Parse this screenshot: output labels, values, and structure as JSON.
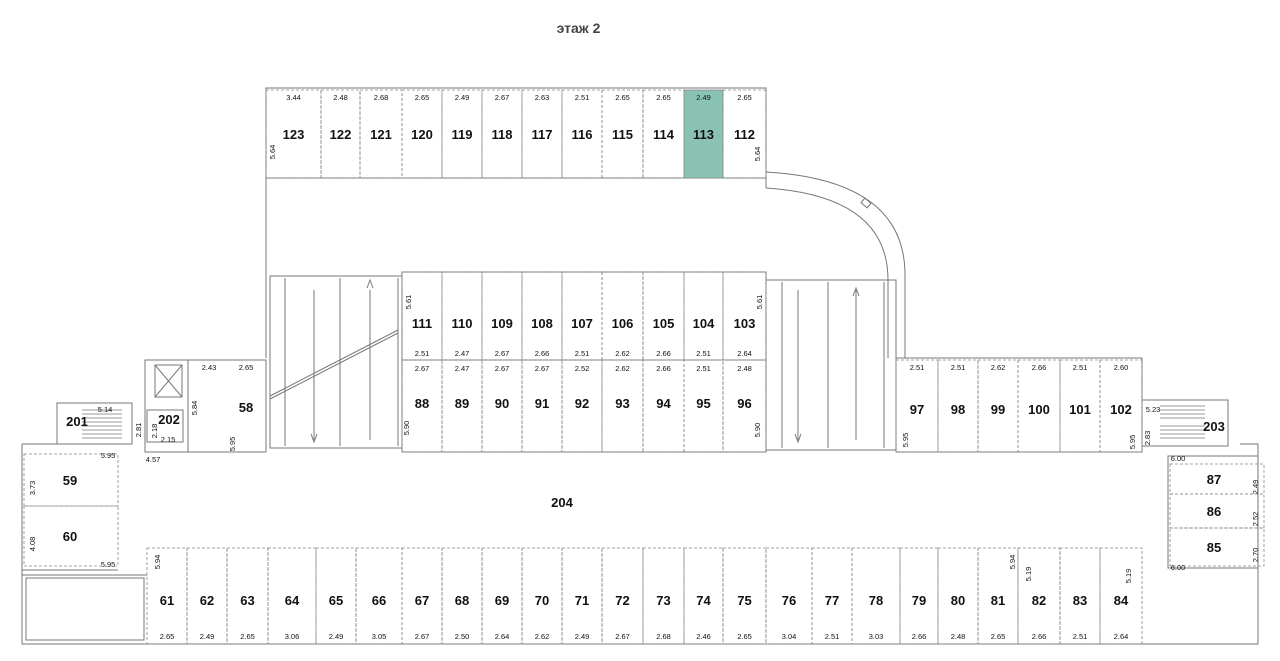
{
  "floor_title": "этаж 2",
  "accent_color": "#8ac3b4",
  "selected_room": "113",
  "corridor_label": "204",
  "rows": {
    "top": {
      "numbers": [
        "123",
        "122",
        "121",
        "120",
        "119",
        "118",
        "117",
        "116",
        "115",
        "114",
        "113",
        "112"
      ],
      "widths": [
        "3.44",
        "2.48",
        "2.68",
        "2.65",
        "2.49",
        "2.67",
        "2.63",
        "2.51",
        "2.65",
        "2.65",
        "2.49",
        "2.65"
      ]
    },
    "mid_upper": {
      "numbers": [
        "111",
        "110",
        "109",
        "108",
        "107",
        "106",
        "105",
        "104",
        "103"
      ],
      "widths": [
        "2.51",
        "2.47",
        "2.67",
        "2.66",
        "2.51",
        "2.62",
        "2.66",
        "2.51",
        "2.64"
      ]
    },
    "mid_lower": {
      "numbers": [
        "88",
        "89",
        "90",
        "91",
        "92",
        "93",
        "94",
        "95",
        "96"
      ],
      "widths": [
        "2.67",
        "2.47",
        "2.67",
        "2.67",
        "2.52",
        "2.62",
        "2.66",
        "2.51",
        "2.48"
      ]
    },
    "right_mid": {
      "numbers": [
        "97",
        "98",
        "99",
        "100",
        "101",
        "102"
      ],
      "widths": [
        "2.51",
        "2.51",
        "2.62",
        "2.66",
        "2.51",
        "2.60"
      ]
    },
    "bottom": {
      "numbers": [
        "61",
        "62",
        "63",
        "64",
        "65",
        "66",
        "67",
        "68",
        "69",
        "70",
        "71",
        "72",
        "73",
        "74",
        "75",
        "76",
        "77",
        "78",
        "79",
        "80",
        "81",
        "82",
        "83",
        "84"
      ],
      "widths": [
        "2.65",
        "2.49",
        "2.65",
        "3.06",
        "2.49",
        "3.05",
        "2.67",
        "2.50",
        "2.64",
        "2.62",
        "2.49",
        "2.67",
        "2.68",
        "2.46",
        "2.65",
        "3.04",
        "2.51",
        "3.03",
        "2.66",
        "2.48",
        "2.65",
        "2.66",
        "2.51",
        "2.64"
      ]
    },
    "left": {
      "numbers": [
        "59",
        "60"
      ],
      "heights": [
        "3.73",
        "4.08"
      ]
    },
    "right": {
      "numbers": [
        "87",
        "86",
        "85"
      ],
      "heights": [
        "2.49",
        "2.52",
        "2.70"
      ]
    }
  },
  "special": {
    "r58": "58",
    "r201": "201",
    "r202": "202",
    "r203": "203",
    "w58a": "2.43",
    "w58b": "2.65"
  },
  "dims": {
    "d564a": "5.64",
    "d564b": "5.64",
    "d561a": "5.61",
    "d561b": "5.61",
    "d590a": "5.90",
    "d590b": "5.90",
    "d595a": "5.95",
    "d595b": "5.95",
    "d595c": "5.95",
    "d584": "5.84",
    "d514": "5.14",
    "d281": "2.81",
    "d218": "2.18",
    "d215": "2.15",
    "d457": "4.57",
    "d595d": "5.95",
    "d595e": "5.95",
    "d594a": "5.94",
    "d594b": "5.94",
    "d519a": "5.19",
    "d519b": "5.19",
    "d523": "5.23",
    "d283": "2.83",
    "d600a": "6.00",
    "d600b": "6.00"
  }
}
